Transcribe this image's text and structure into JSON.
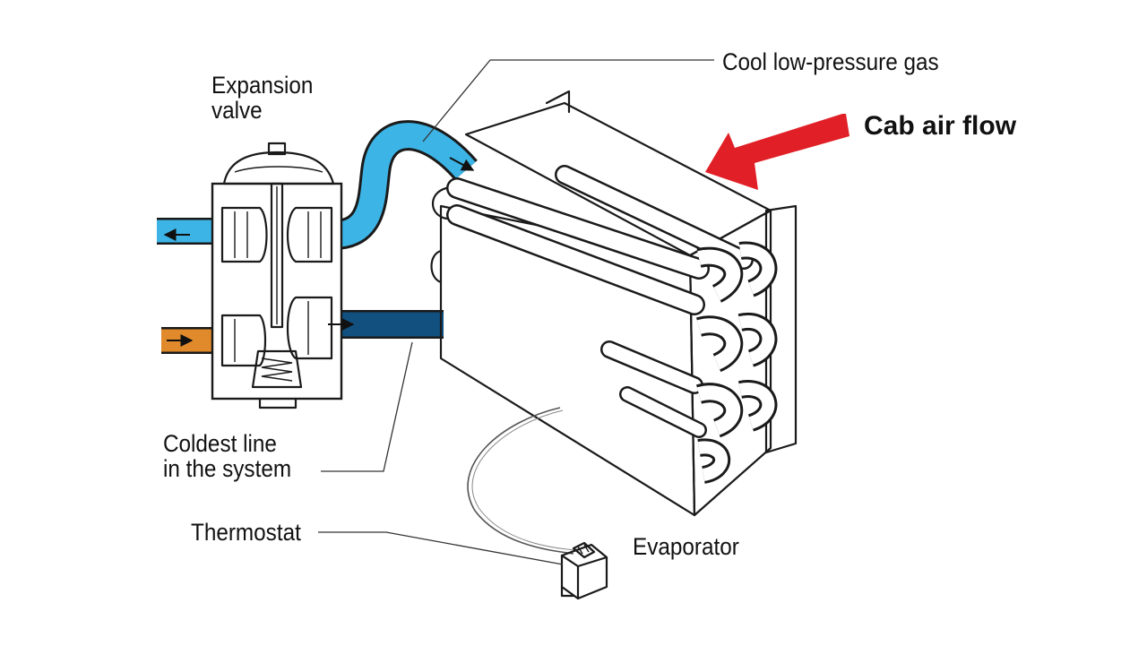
{
  "labels": {
    "expansion_valve_line1": "Expansion",
    "expansion_valve_line2": "valve",
    "cool_gas": "Cool low-pressure gas",
    "cab_air_flow": "Cab air flow",
    "coldest_line_line1": "Coldest line",
    "coldest_line_line2": "in the system",
    "thermostat": "Thermostat",
    "evaporator": "Evaporator"
  },
  "colors": {
    "cool_gas_pipe": "#3cb4e6",
    "coldest_line_pipe": "#12507f",
    "inlet_pipe": "#e08a2c",
    "air_flow_arrow": "#e01f26"
  },
  "icons": {
    "air_flow": "arrow-icon",
    "flow_direction": "small-arrow-icon"
  }
}
